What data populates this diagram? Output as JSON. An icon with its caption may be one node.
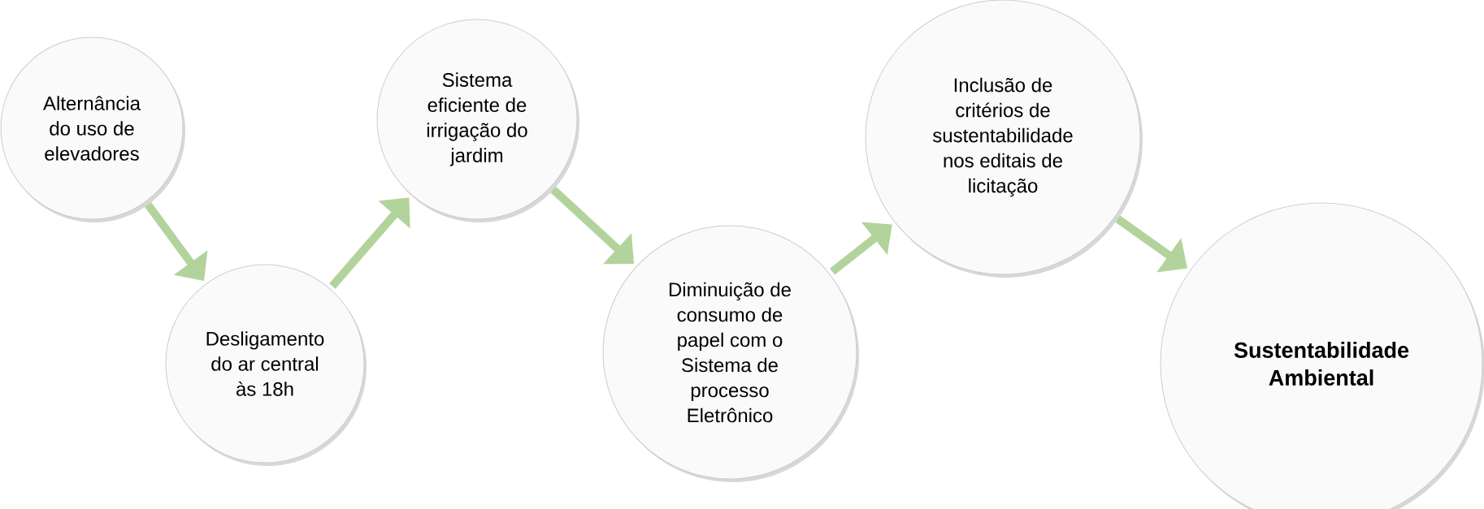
{
  "diagram": {
    "nodes": [
      {
        "text": [
          "Alternância do uso de elevadores"
        ]
      },
      {
        "text": [
          "Desligamento do ar central às 18h"
        ]
      },
      {
        "text": [
          "Sistema eficiente de irrigação do jardim"
        ]
      },
      {
        "text": [
          "Diminuição de consumo de papel com o Sistema de processo Eletrônico"
        ]
      },
      {
        "text": [
          "Inclusão de critérios de sustentabilidade nos editais de licitação"
        ]
      },
      {
        "text": [
          "Sustentabilidade Ambiental"
        ]
      }
    ],
    "edges": [
      {
        "from": 0,
        "to": 1,
        "arrow": "to"
      },
      {
        "from": 1,
        "to": 2,
        "arrow": "to"
      },
      {
        "from": 2,
        "to": 3,
        "arrow": "to"
      },
      {
        "from": 3,
        "to": 4,
        "arrow": "to"
      },
      {
        "from": 4,
        "to": 5,
        "arrow": "to"
      }
    ]
  }
}
